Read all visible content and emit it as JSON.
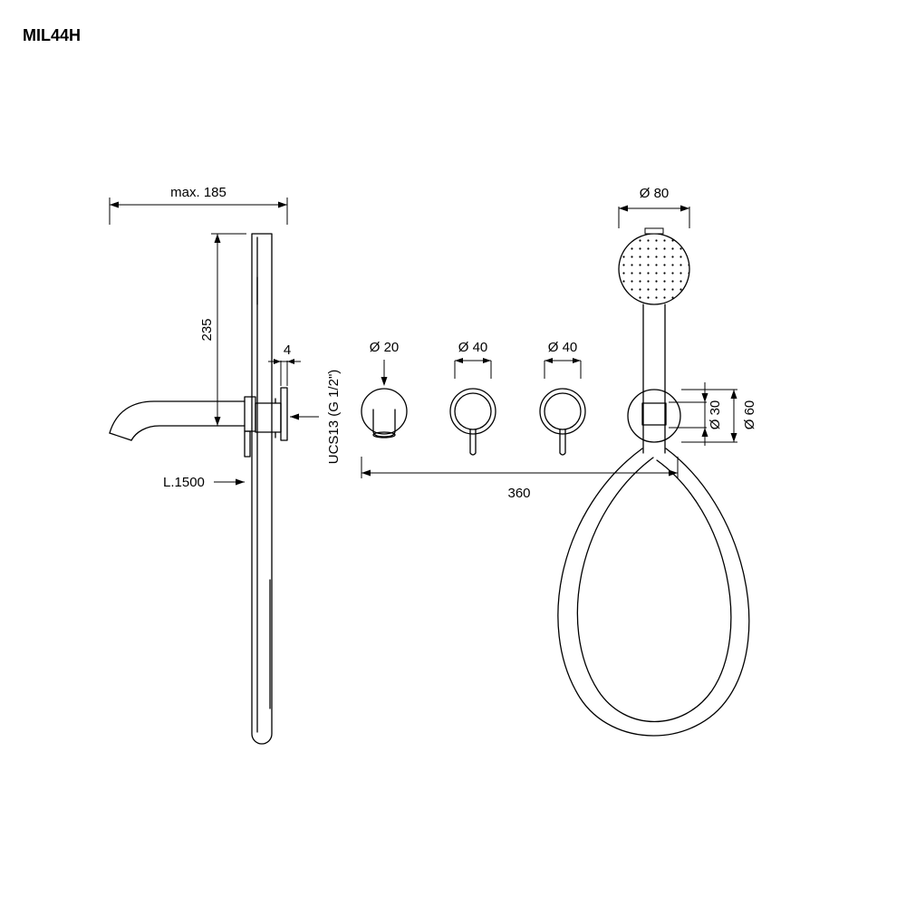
{
  "title": "MIL44H",
  "dimensions": {
    "max_depth": "max. 185",
    "height": "235",
    "plate": "4",
    "connection": "UCS13 (G 1/2\")",
    "hose": "L.1500",
    "spout_dia": "Ø 20",
    "handle1_dia": "Ø 40",
    "handle2_dia": "Ø 40",
    "head_dia": "Ø 80",
    "holder_inner": "Ø 30",
    "holder_outer": "Ø 60",
    "centers": "360"
  }
}
